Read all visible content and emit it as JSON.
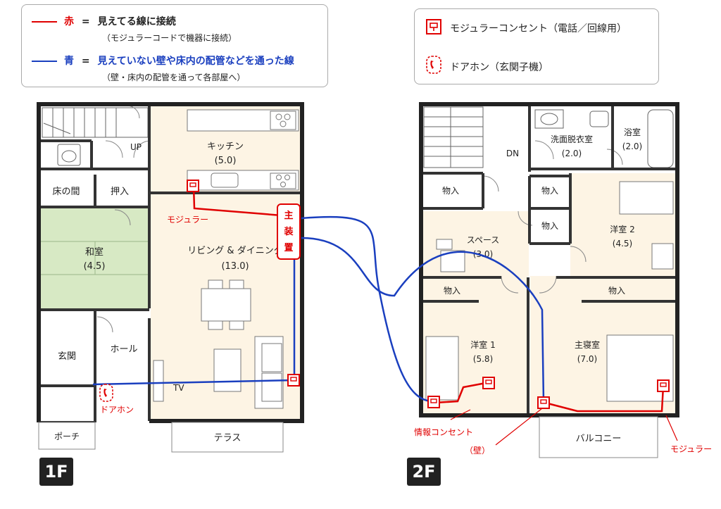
{
  "legend_lines": {
    "red": {
      "color_word": "赤",
      "eq": "=",
      "text": "見えてる線に接続",
      "sub": "（モジュラーコードで機器に接続）",
      "color": "#e00000"
    },
    "blue": {
      "color_word": "青",
      "eq": "=",
      "text": "見えていない壁や床内の配管などを通った線",
      "sub": "（壁・床内の配管を通って各部屋へ）",
      "color": "#1a3fbf"
    }
  },
  "legend_icons": {
    "modular": "モジュラーコンセント（電話／回線用）",
    "doorphone": "ドアホン（玄関子機）"
  },
  "floor1": {
    "label": "1F",
    "rooms": {
      "up": "UP",
      "kitchen": "キッチン",
      "kitchen_size": "(5.0)",
      "tokonoma": "床の間",
      "oshiire": "押入",
      "washitsu": "和室",
      "washitsu_size": "(4.5)",
      "living": "リビング & ダイニング",
      "living_size": "(13.0)",
      "genkan": "玄関",
      "hall": "ホール",
      "porch": "ポーチ",
      "tv": "TV",
      "terrace": "テラス"
    },
    "annotations": {
      "modular": "モジュラー",
      "doorphone": "ドアホン",
      "main_unit": [
        "主",
        "装",
        "置"
      ]
    }
  },
  "floor2": {
    "label": "2F",
    "rooms": {
      "dn": "DN",
      "senmen": "洗面脱衣室",
      "senmen_size": "(2.0)",
      "yokushitsu": "浴室",
      "yokushitsu_size": "(2.0)",
      "storage_a": "物入",
      "storage_b": "物入",
      "storage_c": "物入",
      "space": "スペース",
      "space_size": "(3.0)",
      "youshitsu2": "洋室 2",
      "youshitsu2_size": "(4.5)",
      "storage_d": "物入",
      "storage_e": "物入",
      "youshitsu1": "洋室 1",
      "youshitsu1_size": "(5.8)",
      "shushinshitsu": "主寝室",
      "shushinshitsu_size": "(7.0)",
      "balcony": "バルコニー"
    },
    "annotations": {
      "info_outlet": "情報コンセント",
      "wall": "（壁）",
      "modular": "モジュラー"
    }
  }
}
